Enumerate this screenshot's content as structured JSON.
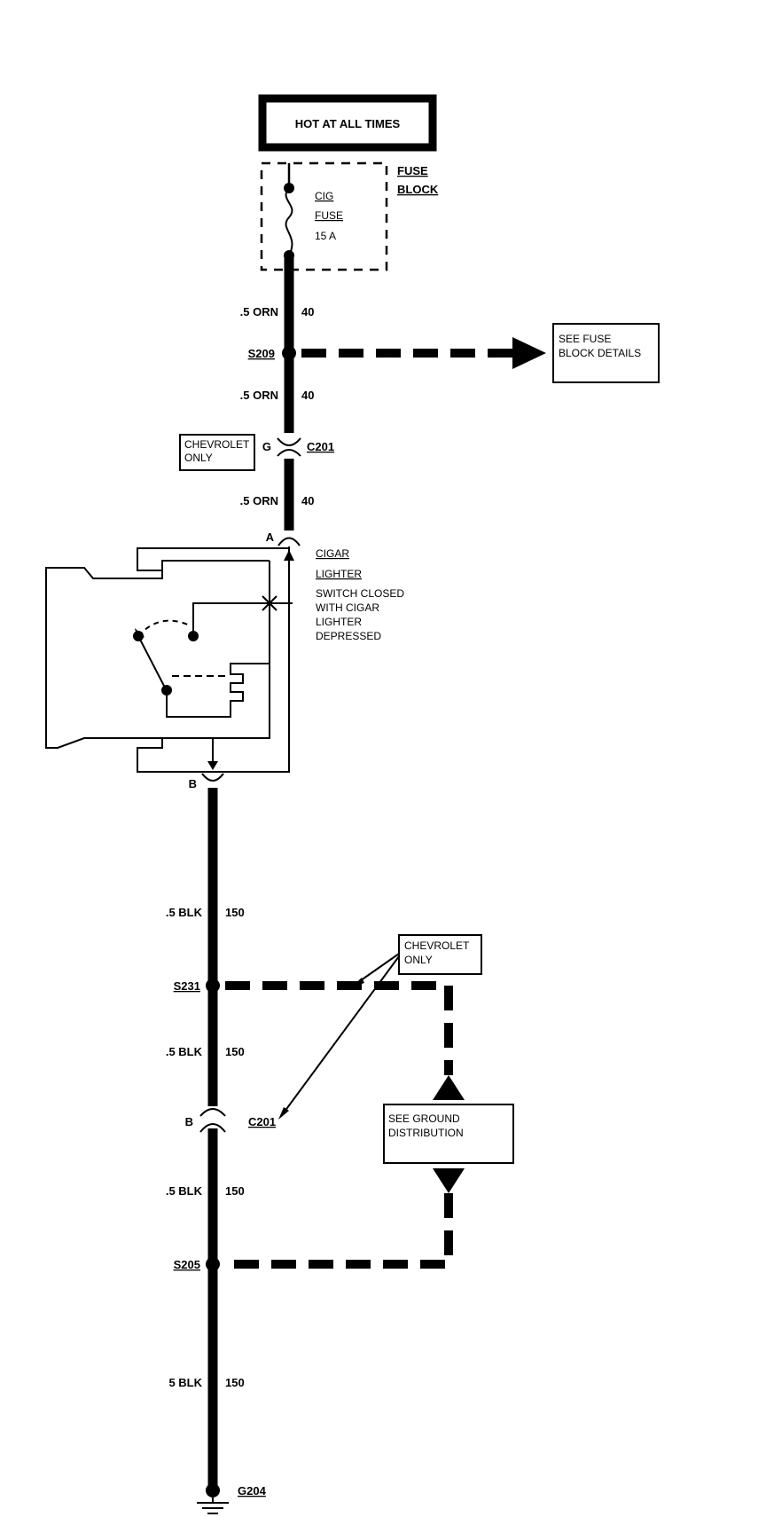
{
  "hot_label": "HOT AT ALL TIMES",
  "fuse_block": {
    "line1": "FUSE",
    "line2": "BLOCK"
  },
  "fuse": {
    "line1": "CIG",
    "line2": "FUSE",
    "line3": "15 A"
  },
  "wires": {
    "w1": {
      "gauge": ".5 ORN",
      "circuit": "40"
    },
    "w2": {
      "gauge": ".5 ORN",
      "circuit": "40"
    },
    "w3": {
      "gauge": ".5 ORN",
      "circuit": "40"
    },
    "w4": {
      "gauge": ".5 BLK",
      "circuit": "150"
    },
    "w5": {
      "gauge": ".5 BLK",
      "circuit": "150"
    },
    "w6": {
      "gauge": ".5 BLK",
      "circuit": "150"
    },
    "w7": {
      "gauge": "5 BLK",
      "circuit": "150"
    }
  },
  "splices": {
    "s209": "S209",
    "s231": "S231",
    "s205": "S205"
  },
  "see_fuse_block": {
    "line1": "SEE FUSE",
    "line2": "BLOCK DETAILS"
  },
  "chevrolet_only_top": {
    "line1": "CHEVROLET",
    "line2": "ONLY"
  },
  "chevrolet_only_bottom": {
    "line1": "CHEVROLET",
    "line2": "ONLY"
  },
  "connector_top": {
    "pin": "G",
    "name": "C201"
  },
  "connector_bottom": {
    "pin": "B",
    "name": "C201"
  },
  "lighter_pins": {
    "a": "A",
    "b": "B"
  },
  "lighter": {
    "line1": "CIGAR",
    "line2": "LIGHTER",
    "line3": "SWITCH CLOSED",
    "line4": "WITH CIGAR",
    "line5": "LIGHTER",
    "line6": "DEPRESSED"
  },
  "see_ground": {
    "line1": "SEE GROUND",
    "line2": "DISTRIBUTION"
  },
  "ground": "G204"
}
